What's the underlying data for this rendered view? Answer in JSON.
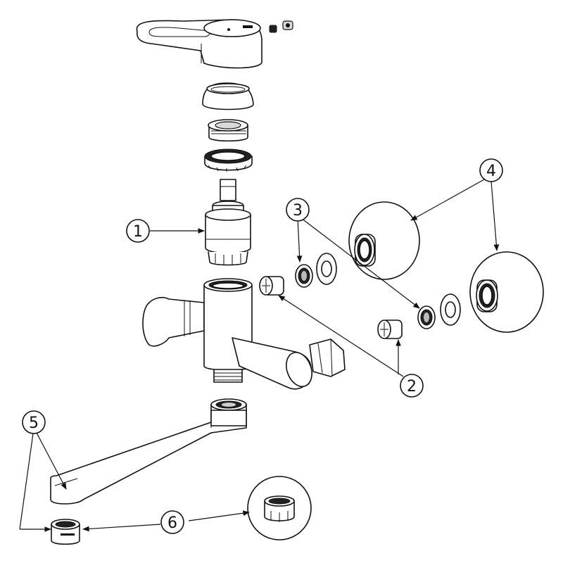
{
  "callouts": [
    {
      "id": "1",
      "label": "1"
    },
    {
      "id": "2",
      "label": "2"
    },
    {
      "id": "3",
      "label": "3"
    },
    {
      "id": "4",
      "label": "4"
    },
    {
      "id": "5",
      "label": "5"
    },
    {
      "id": "6",
      "label": "6"
    }
  ],
  "parts": [
    "lever-handle",
    "set-screw",
    "dome-cover",
    "adapter-nut",
    "clamp-nut",
    "cartridge",
    "valve-body",
    "check-valve",
    "filter-screen",
    "washer",
    "wall-flange",
    "swivel-spout",
    "aerator",
    "aerator-detail"
  ]
}
